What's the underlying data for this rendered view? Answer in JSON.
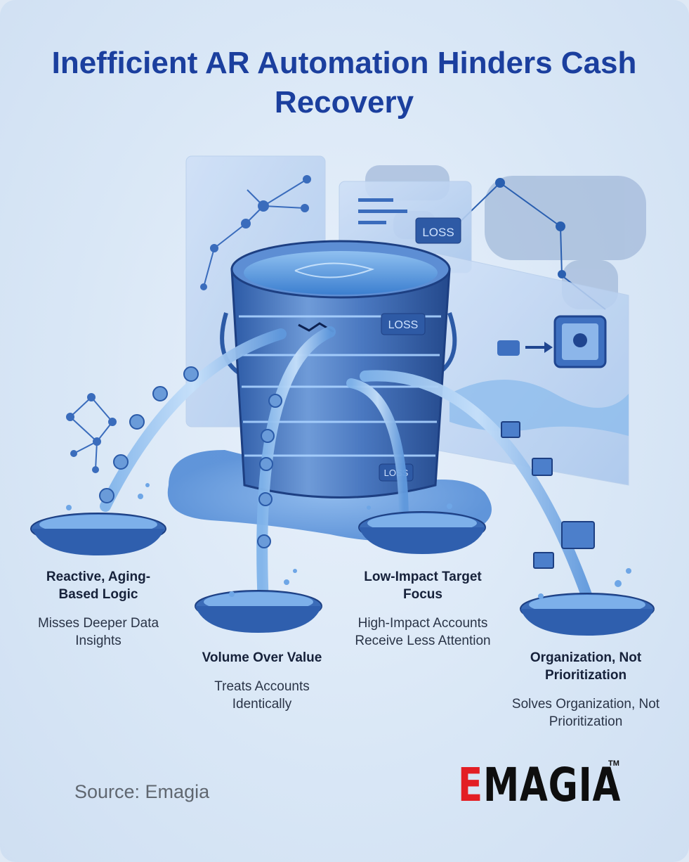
{
  "title": "Inefficient AR Automation Hinders Cash Recovery",
  "bucket": {
    "loss_labels": [
      "LOSS",
      "LOSS",
      "LOSS"
    ]
  },
  "issues": [
    {
      "heading": "Reactive, Aging-Based Logic",
      "description": "Misses Deeper Data Insights"
    },
    {
      "heading": "Volume Over Value",
      "description": "Treats Accounts Identically"
    },
    {
      "heading": "Low-Impact Target Focus",
      "description": "High-Impact Accounts Receive Less Attention"
    },
    {
      "heading": "Organization, Not Prioritization",
      "description": "Solves Organization, Not Prioritization"
    }
  ],
  "source": "Source: Emagia",
  "logo": {
    "e": "E",
    "rest": "MAGIA",
    "tm": "TM"
  },
  "colors": {
    "title": "#1b3f9e",
    "water": "#4f8fd8",
    "bucket": "#3f6fb8",
    "logo_accent": "#e31e24"
  }
}
